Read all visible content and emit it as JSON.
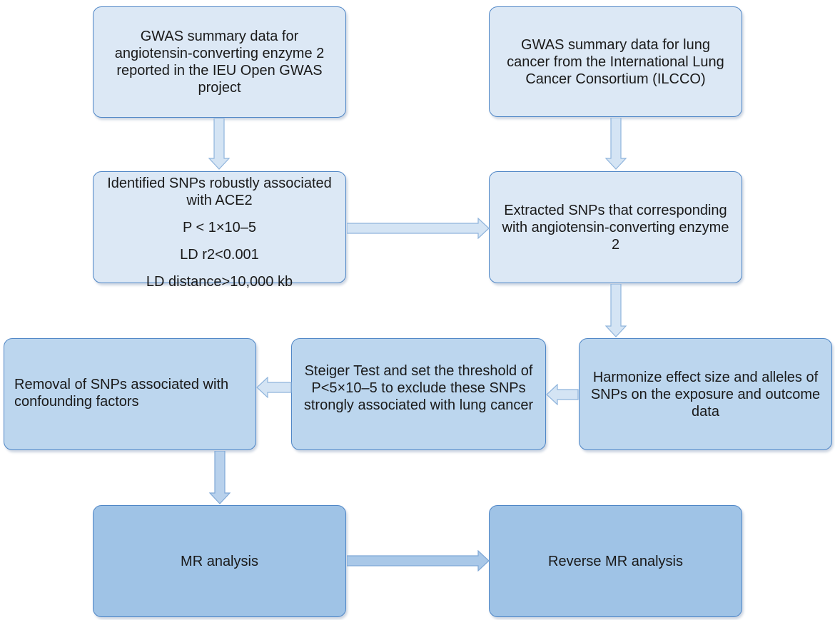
{
  "boxes": {
    "gwas_ace2": "GWAS summary data for angiotensin-converting enzyme 2 reported in the IEU Open GWAS project",
    "gwas_lung": "GWAS summary data for lung cancer from the International Lung Cancer Consortium (ILCCO)",
    "identified_snps": {
      "title": "Identified SNPs robustly associated with ACE2",
      "p_threshold": "P < 1×10–5",
      "ld_r2": "LD r2<0.001",
      "ld_distance": "LD distance>10,000 kb"
    },
    "extracted_snps": "Extracted SNPs that corresponding with angiotensin-converting enzyme 2",
    "harmonize": "Harmonize effect size and alleles of SNPs on the exposure and outcome data",
    "steiger": "Steiger Test and set the threshold of P<5×10–5 to exclude these SNPs strongly associated with lung cancer",
    "removal": "Removal of SNPs associated with confounding factors",
    "mr_analysis": "MR analysis",
    "reverse_mr": "Reverse MR analysis"
  },
  "colors": {
    "light_fill": "#dce8f5",
    "mid_fill": "#bcd6ee",
    "dark_fill": "#9fc3e6",
    "border": "#4f86c6",
    "arrow_fill": "#d4e4f4",
    "arrow_stroke": "#8fb4dc"
  }
}
